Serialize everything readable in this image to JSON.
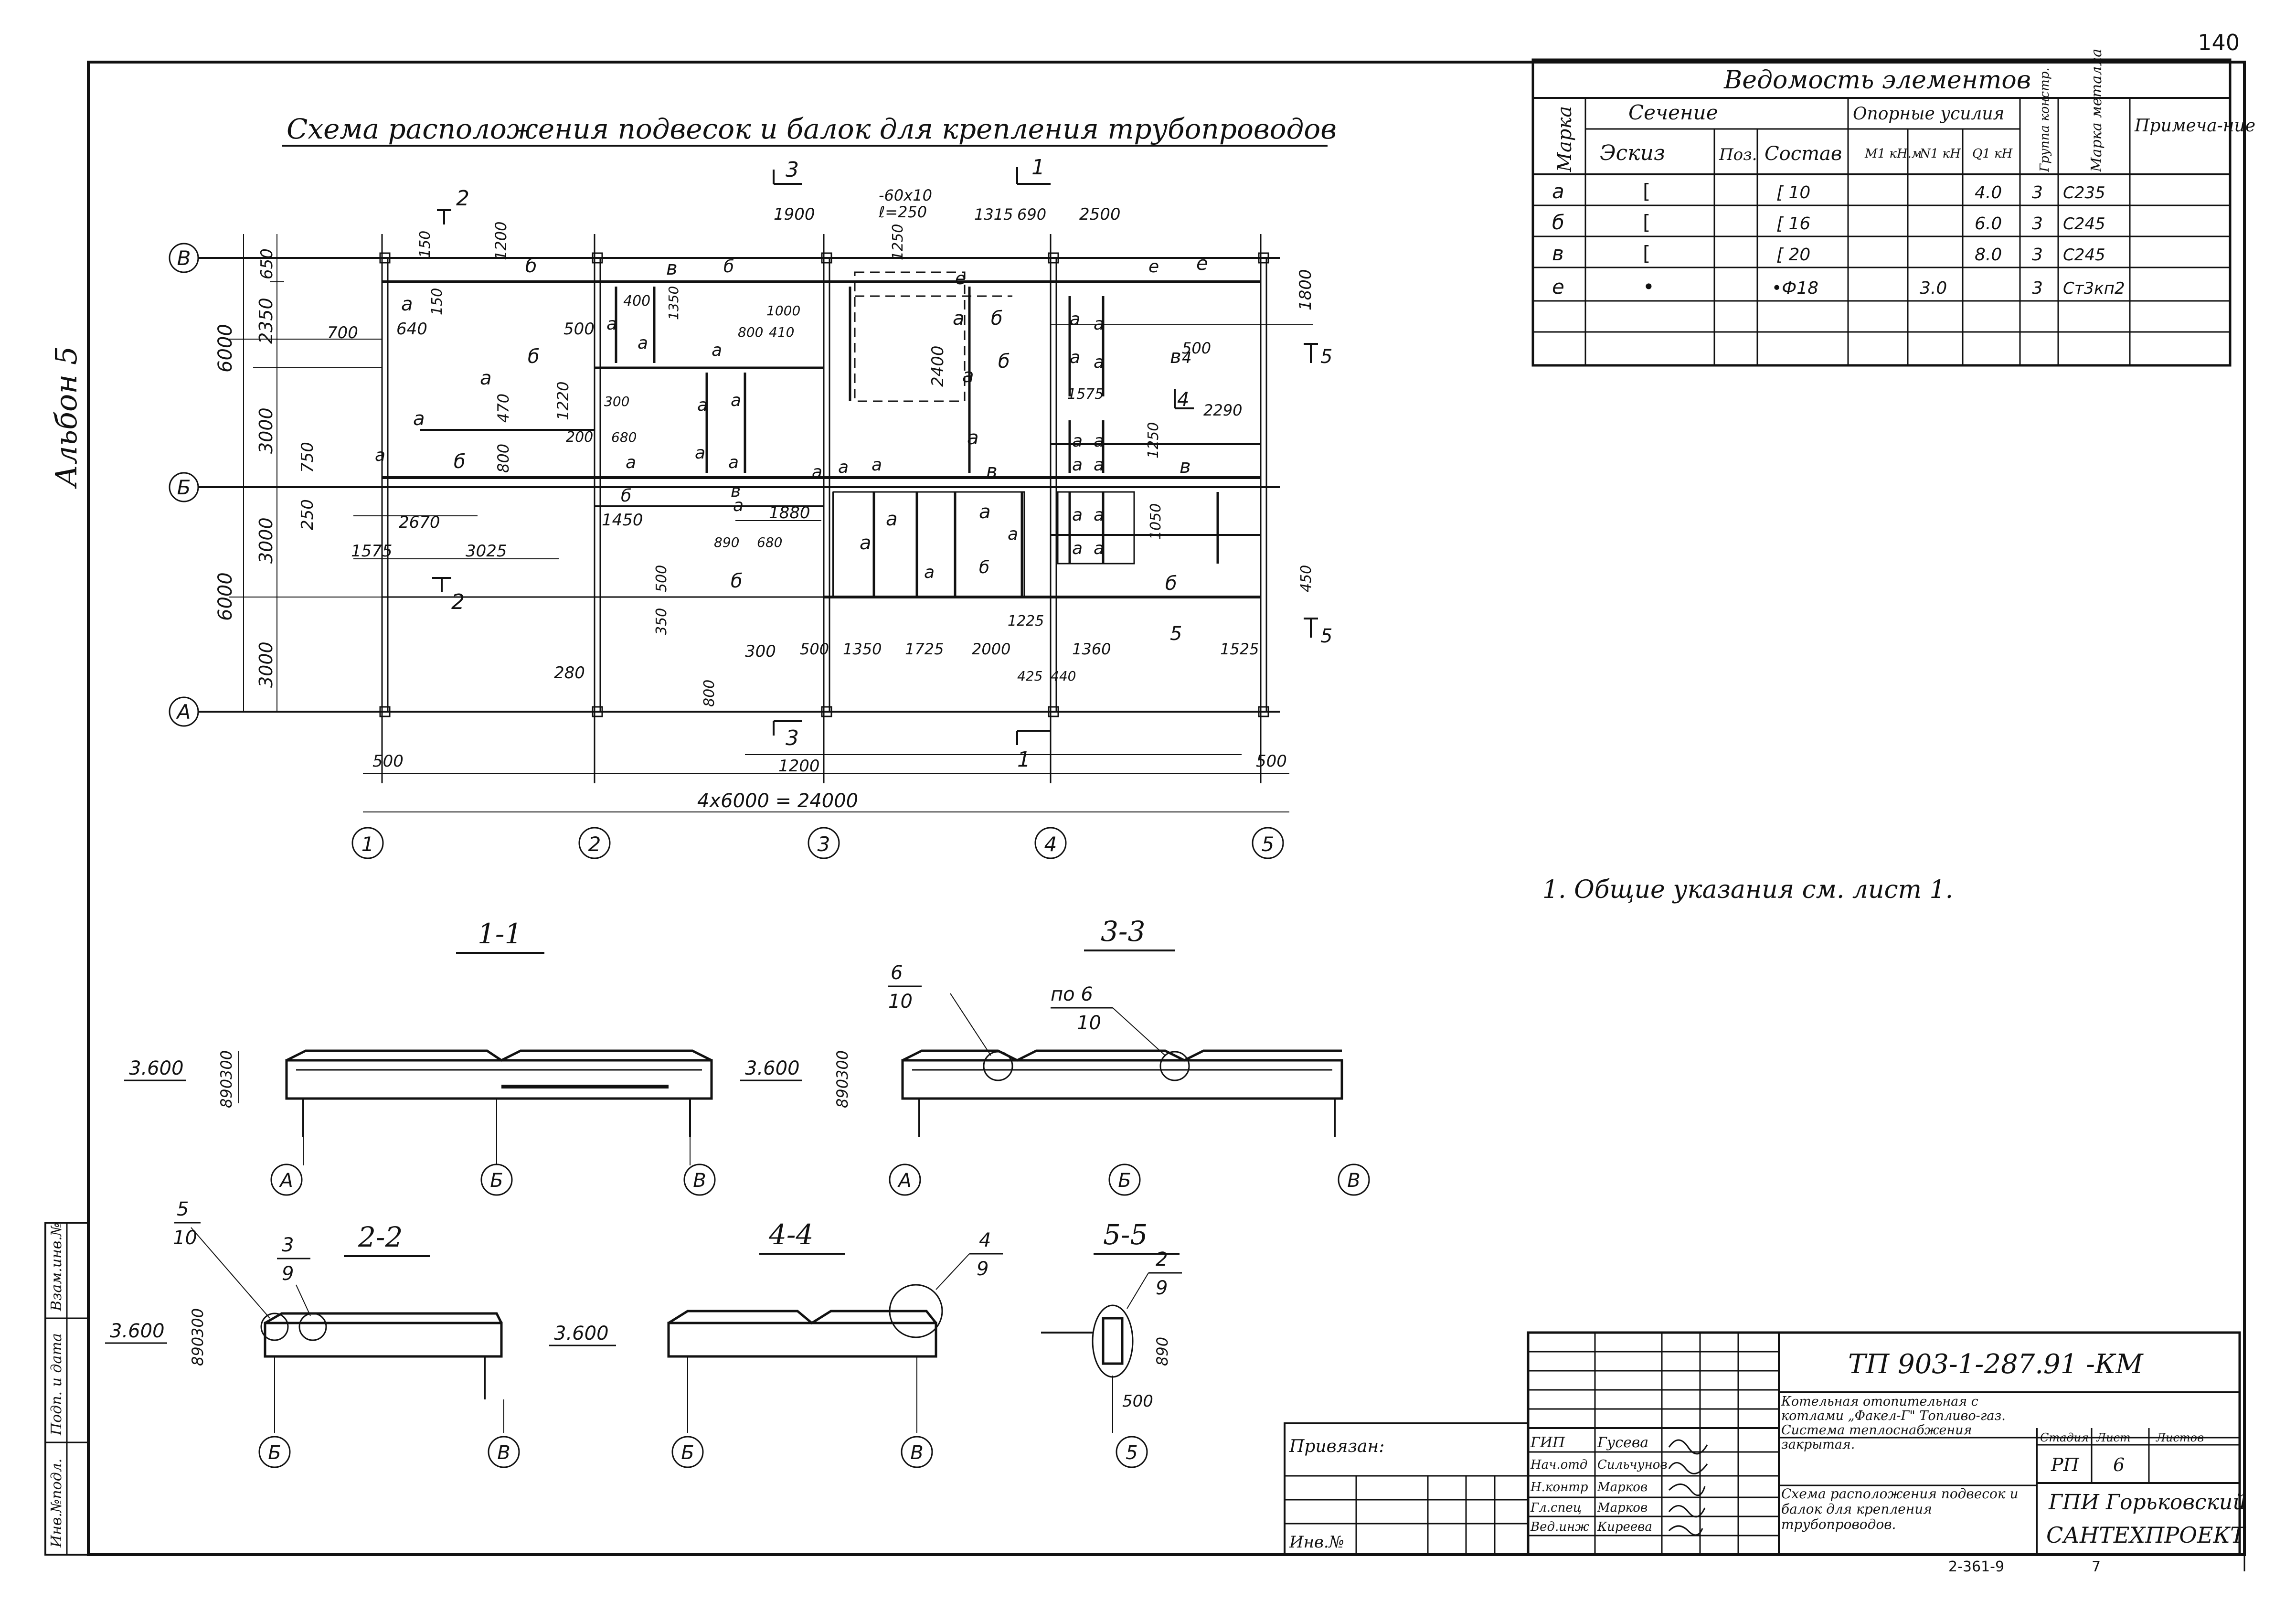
{
  "sheet_corner": "140",
  "album_label": "Альбон 5",
  "plan_title": "Схема расположения подвесок и балок для крепления трубопроводов",
  "axes": {
    "rows": [
      "В",
      "Б",
      "А"
    ],
    "cols": [
      "1",
      "2",
      "3",
      "4",
      "5"
    ],
    "overall": "4х6000 = 24000"
  },
  "plan_dims": {
    "left_6000_top": "6000",
    "left_6000_bot": "6000",
    "left_2350": "2350",
    "left_3000_a": "3000",
    "left_3000_b": "3000",
    "left_3000_c": "3000",
    "left_650": "650",
    "left_750": "750",
    "left_250": "250",
    "d_700": "700",
    "d_640": "640",
    "d_150a": "150",
    "d_150b": "150",
    "d_1200": "1200",
    "d_470": "470",
    "d_800a": "800",
    "d_1220": "1220",
    "d_500a": "500",
    "d_400": "400",
    "d_1350": "1350",
    "d_300": "300",
    "d_680a": "680",
    "d_200": "200",
    "d_1450": "1450",
    "d_2670": "2670",
    "d_1575a": "1575",
    "d_3025": "3025",
    "d_280": "280",
    "d_500b": "500",
    "d_1900": "1900",
    "d_60x10": "-60х10",
    "d_l250": "ℓ=250",
    "d_1000": "1000",
    "d_410": "410",
    "d_800b": "800",
    "d_2400": "2400",
    "d_1250": "1250",
    "d_1315": "1315",
    "d_690": "690",
    "d_2500": "2500",
    "d_1880": "1880",
    "d_890": "890",
    "d_680b": "680",
    "d_350": "350",
    "d_500c": "500",
    "d_300b": "300",
    "d_800c": "800",
    "d_500d": "500",
    "d_1350b": "1350",
    "d_1725": "1725",
    "d_2000": "2000",
    "d_1225": "1225",
    "d_425": "425",
    "d_440": "440",
    "d_1360": "1360",
    "d_1200b": "1200",
    "d_1575b": "1575",
    "d_2290": "2290",
    "d_1250b": "1250",
    "d_1050": "1050",
    "d_1800": "1800",
    "d_450": "450",
    "d_1525": "1525",
    "d_500e": "500",
    "d_500f": "500"
  },
  "beam_marks": {
    "a": "а",
    "b": "б",
    "v": "в",
    "e": "е"
  },
  "section_marks": {
    "s1": "1",
    "s2": "2",
    "s3": "3",
    "s4": "4",
    "s5": "5",
    "s1b": "1",
    "s2b": "2",
    "s3b": "3",
    "s4b": "4",
    "s5b": "5"
  },
  "schedule": {
    "title": "Ведомость элементов",
    "col_mark": "Марка",
    "col_section": "Сечение",
    "col_sketch": "Эскиз",
    "col_pos": "Поз.",
    "col_comp": "Состав",
    "col_loads": "Опорные усилия",
    "col_m1": "M1 кН.м",
    "col_n1": "N1 кН",
    "col_q1": "Q1 кН",
    "col_group": "Группа констр.",
    "col_steel": "Марка металла",
    "col_note": "Примеча-ние",
    "rows": [
      {
        "mark": "а",
        "sketch": "[",
        "comp": "[ 10",
        "n1": "",
        "q1": "4.0",
        "group": "3",
        "steel": "С235"
      },
      {
        "mark": "б",
        "sketch": "[",
        "comp": "[ 16",
        "n1": "",
        "q1": "6.0",
        "group": "3",
        "steel": "С245"
      },
      {
        "mark": "в",
        "sketch": "[",
        "comp": "[ 20",
        "n1": "",
        "q1": "8.0",
        "group": "3",
        "steel": "С245"
      },
      {
        "mark": "е",
        "sketch": "•",
        "comp": "•Ф18",
        "n1": "3.0",
        "q1": "",
        "group": "3",
        "steel": "Ст3кп2"
      }
    ]
  },
  "general_note": "1. Общие указания см. лист 1.",
  "sections": {
    "s11": {
      "title": "1-1",
      "level": "3.600",
      "d1": "300",
      "d2": "890"
    },
    "s33": {
      "title": "3-3",
      "level": "3.600",
      "d1": "300",
      "d2": "890",
      "c1n": "6",
      "c1d": "10",
      "c2n": "по 6",
      "c2d": "10"
    },
    "s22": {
      "title": "2-2",
      "level": "3.600",
      "d1": "300",
      "d2": "890",
      "c1n": "5",
      "c1d": "10",
      "c2n": "3",
      "c2d": "9"
    },
    "s44": {
      "title": "4-4",
      "level": "3.600",
      "c1n": "4",
      "c1d": "9"
    },
    "s55": {
      "title": "5-5",
      "d1": "890",
      "d2": "500",
      "c1n": "2",
      "c1d": "9"
    },
    "axes_s11": [
      "А",
      "Б",
      "В"
    ],
    "axes_s33": [
      "А",
      "Б",
      "В"
    ],
    "axes_s22": [
      "Б",
      "В"
    ],
    "axes_s44": [
      "Б",
      "В"
    ],
    "axes_s55": [
      "5"
    ]
  },
  "side_stamp": {
    "a": "Инв.№подл.",
    "b": "Подп. и дата",
    "c": "Взам.инв.№"
  },
  "title_block": {
    "doc_code": "ТП 903-1-287.91 -КМ",
    "privyazan": "Привязан:",
    "inv_no": "Инв.№",
    "roles": [
      "ГИП",
      "Нач.отд",
      "Н.контр",
      "Гл.спец",
      "Вед.инж"
    ],
    "names": [
      "Гусева",
      "Сильчунов",
      "Марков",
      "Марков",
      "Киреева"
    ],
    "project": "Котельная отопительная с котлами „Факел-Г\" Топливо-газ. Система теплоснабжения закрытая.",
    "drawing": "Схема расположения подвесок и балок для крепления трубопроводов.",
    "stage_label": "Стадия",
    "sheet_label": "Лист",
    "sheets_label": "Листов",
    "stage": "РП",
    "sheet": "6",
    "org1": "ГПИ Горьковский",
    "org2": "САНТЕХПРОЕКТ",
    "bottom_copy": "2-361-9",
    "bottom_copy2": "7"
  }
}
